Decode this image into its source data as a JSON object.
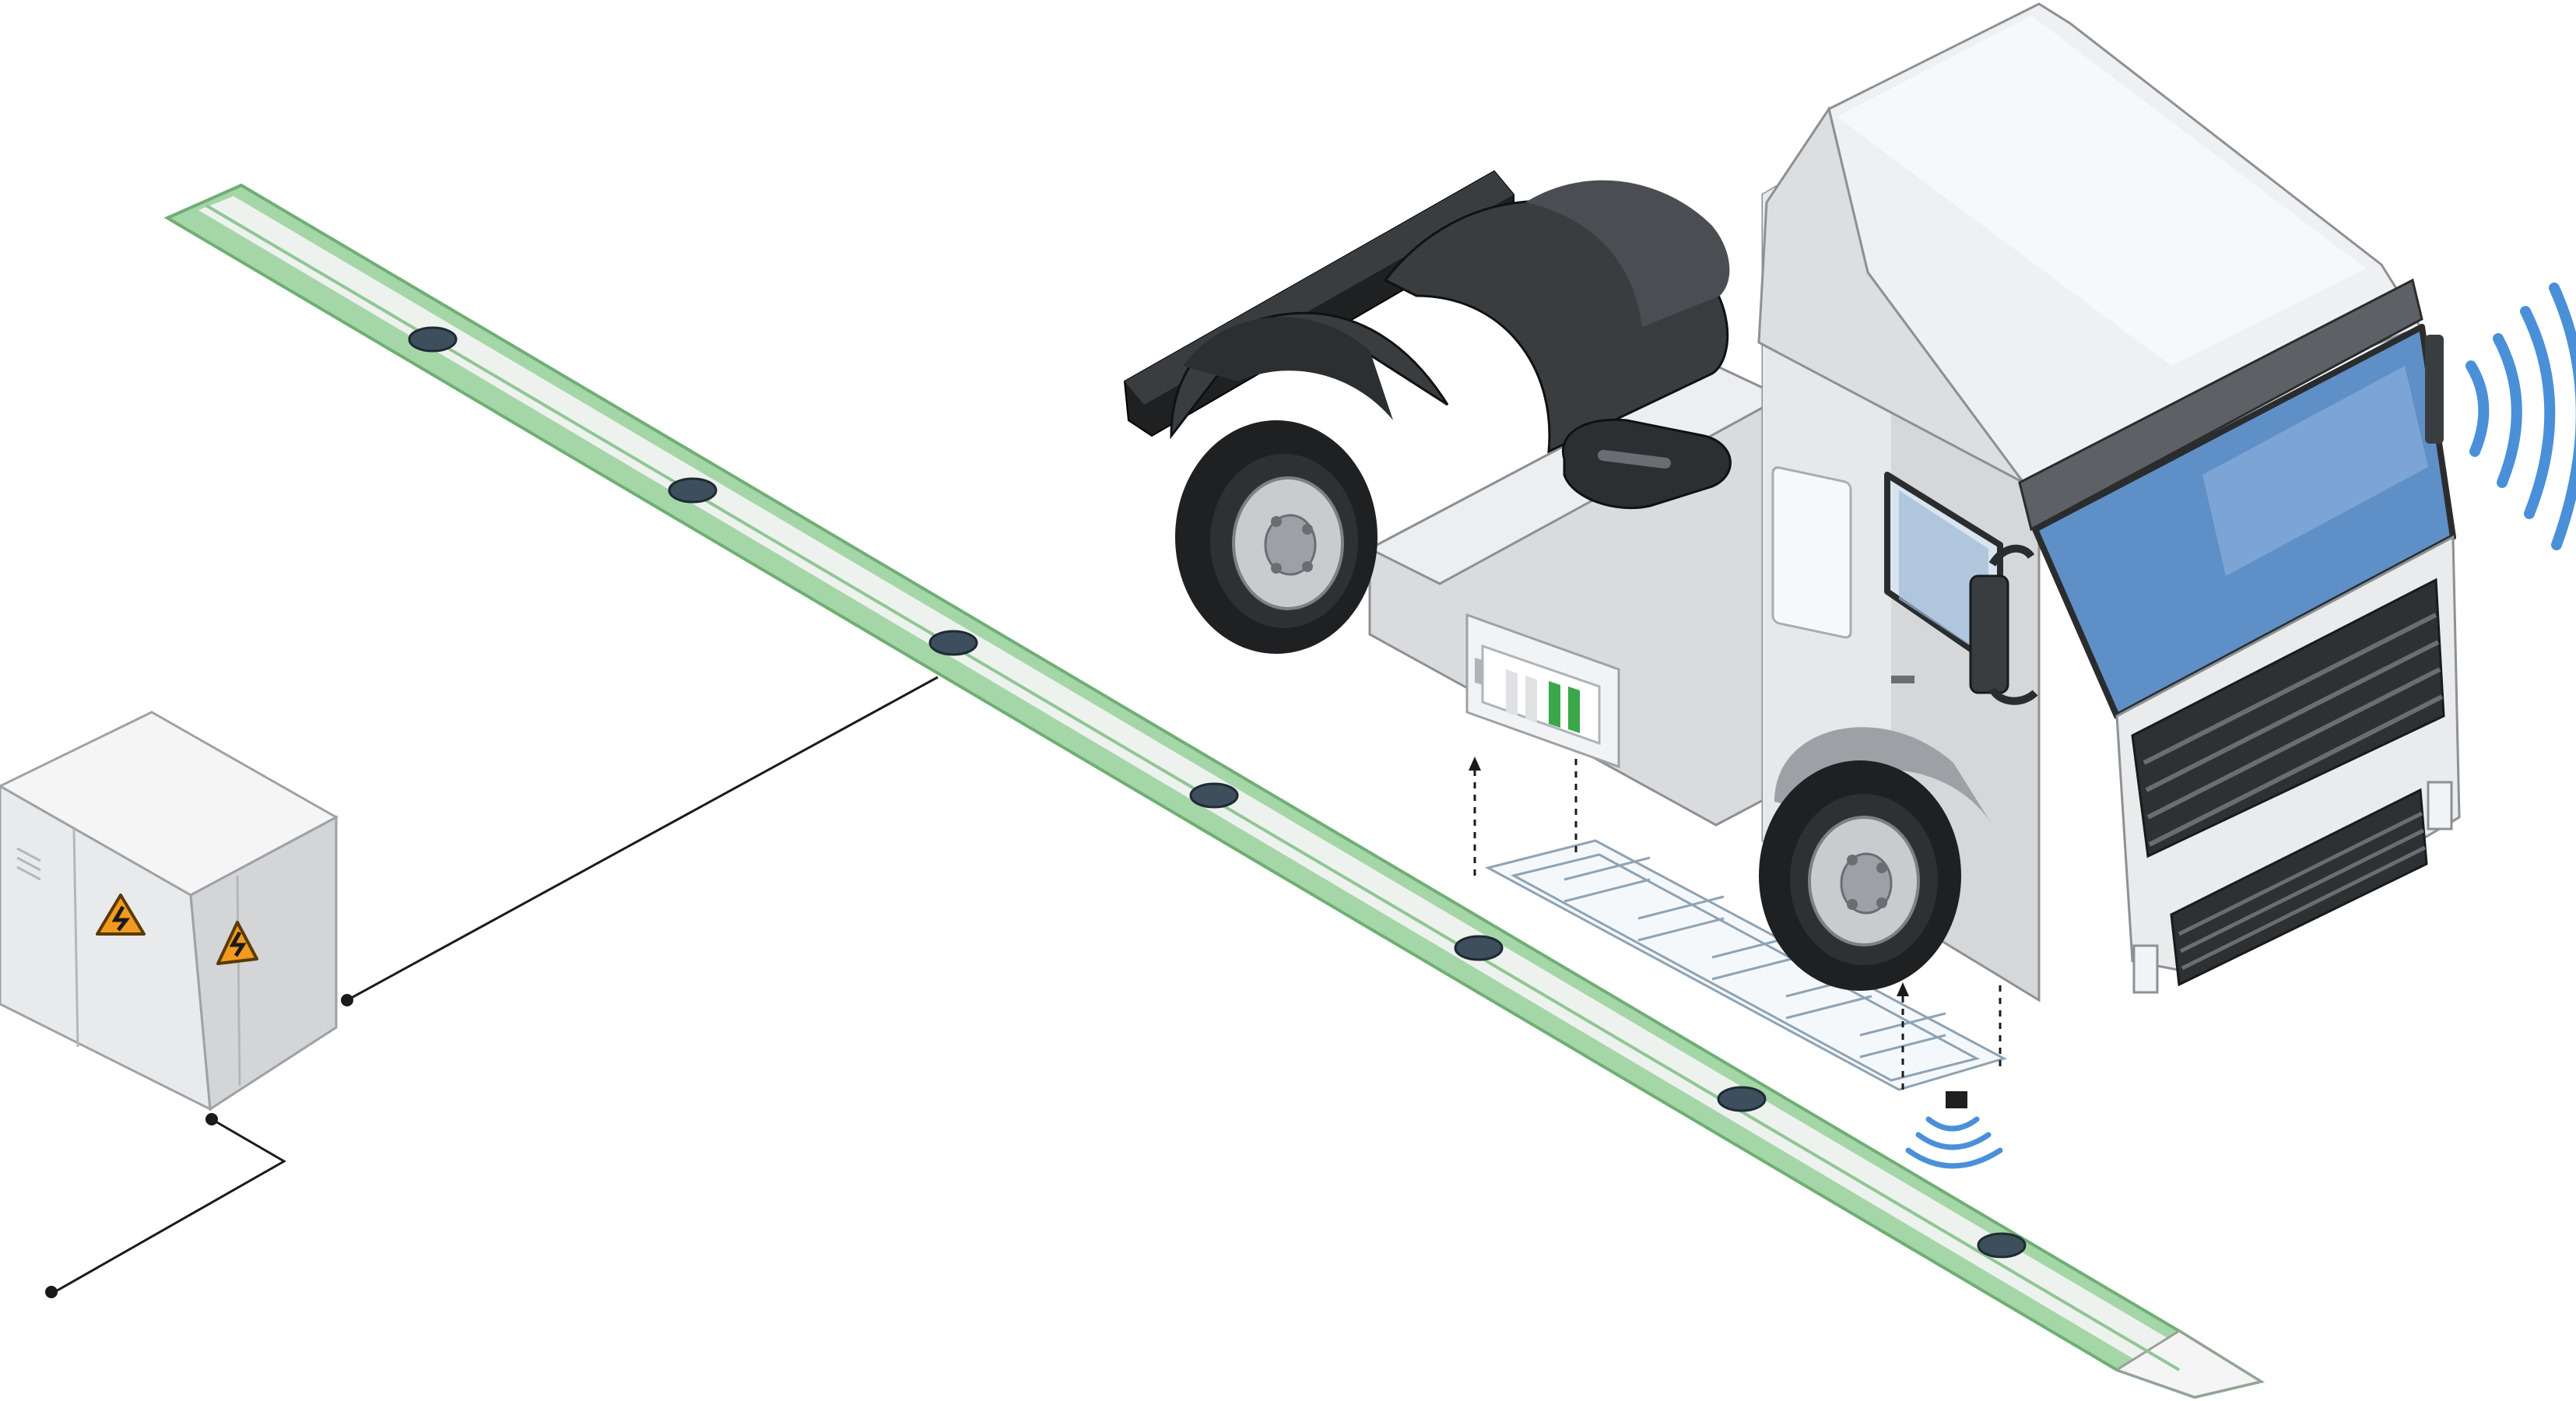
{
  "diagram": {
    "subject": "electric-road-system-truck-charging",
    "text_labels": []
  },
  "colors": {
    "rail_green": "#a5d6a7",
    "rail_dark_green": "#6fae74",
    "rail_surface": "#eef2ee",
    "truck_body": "#e4e6e8",
    "truck_shadow": "#b9bcbf",
    "windshield_blue": "#5f8fc7",
    "tire_black": "#1e2022",
    "fender_dark": "#3a3d40",
    "signal_blue": "#4a90d9",
    "battery_green": "#3aa84a",
    "warning_orange": "#f29a1f",
    "cabinet_gray": "#e6e7e8",
    "line_black": "#1a1a1a"
  },
  "icons": {
    "cabinet_warning": "high-voltage-warning-icon",
    "truck_signal": "wireless-signal-icon",
    "pickup_signal": "wireless-signal-icon",
    "battery": "battery-icon"
  },
  "battery": {
    "charged_bars": 2,
    "total_bars": 4
  }
}
